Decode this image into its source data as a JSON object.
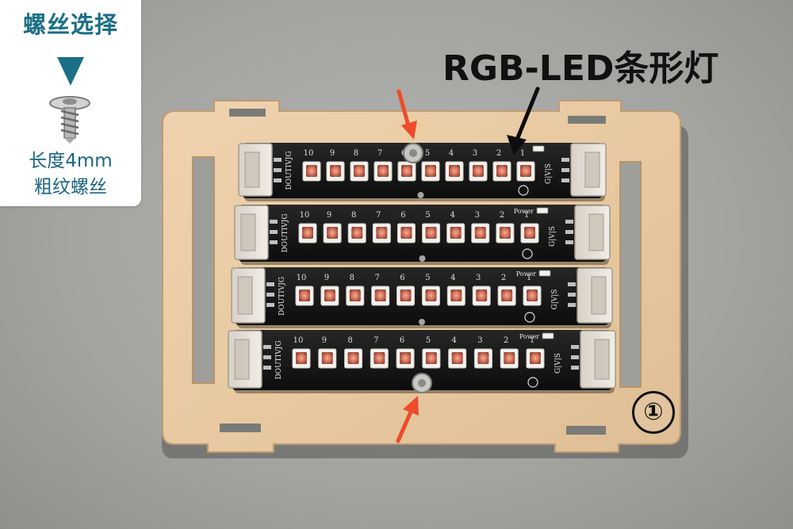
{
  "panel": {
    "title": "螺丝选择",
    "line1": "长度4mm",
    "line2": "粗纹螺丝"
  },
  "label": "RGB-LED条形灯",
  "step": "①",
  "board_texts": {
    "brand": "DOUTIVJG",
    "power": "Power",
    "pins": "G|V|S",
    "numbers": [
      "10",
      "9",
      "8",
      "7",
      "6",
      "5",
      "4",
      "3",
      "2",
      "1"
    ]
  },
  "colors": {
    "panel_accent": "#1a6f86",
    "wood": "#e6c8a2",
    "pcb": "#141414",
    "pointer_red": "#ee4b2b"
  },
  "icons": [
    "screw-icon",
    "down-triangle-icon",
    "red-arrow-icon",
    "black-arrow-icon"
  ]
}
